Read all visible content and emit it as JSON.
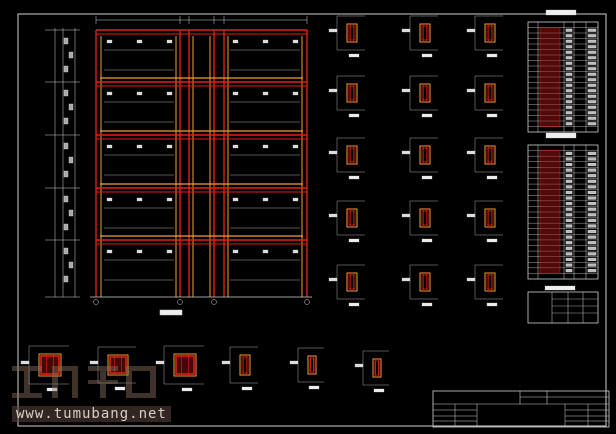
{
  "drawing": {
    "background": "#000000",
    "colors": {
      "frame": "#d0d0d0",
      "beam_red": "#e0201a",
      "beam_orange": "#f0a030",
      "annotation": "#e8e8e8"
    },
    "main_elevation_floors": 5,
    "main_elevation_bays": 3,
    "column_section_grid": {
      "rows": 5,
      "cols": 3
    },
    "bottom_sections": 6,
    "tables": 3
  },
  "watermark": {
    "url": "www.tumubang.net"
  }
}
